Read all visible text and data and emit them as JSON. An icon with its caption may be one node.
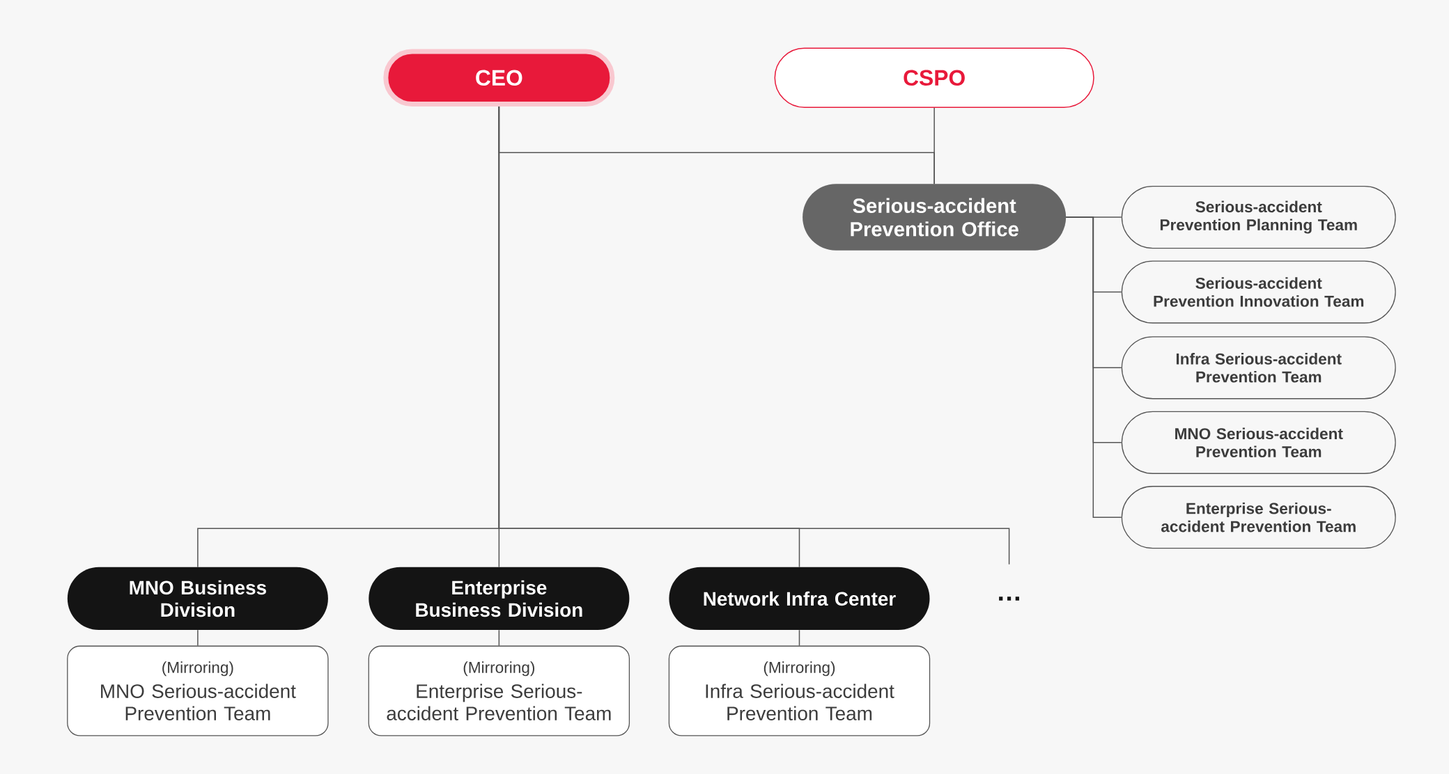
{
  "diagram": {
    "nodes": [
      {
        "text": [
          "CEO"
        ]
      },
      {
        "text": [
          "CSPO"
        ]
      },
      {
        "text": [
          "Serious-accident Prevention Office"
        ]
      },
      {
        "text": [
          "Serious-accident Prevention Planning Team"
        ]
      },
      {
        "text": [
          "Serious-accident Prevention Innovation Team"
        ]
      },
      {
        "text": [
          "Infra Serious-accident Prevention Team"
        ]
      },
      {
        "text": [
          "MNO Serious-accident Prevention Team"
        ]
      },
      {
        "text": [
          "Enterprise Serious-accident Prevention Team"
        ]
      },
      {
        "text": [
          "MNO Business Division"
        ]
      },
      {
        "text": [
          "Enterprise Business Division"
        ]
      },
      {
        "text": [
          "Network Infra Center"
        ]
      },
      {
        "text": [
          "…"
        ]
      },
      {
        "text": [
          "(Mirroring)",
          "MNO Serious-accident Prevention Team"
        ]
      },
      {
        "text": [
          "(Mirroring)",
          "Enterprise Serious-accident Prevention Team"
        ]
      },
      {
        "text": [
          "(Mirroring)",
          "Infra Serious-accident Prevention Team"
        ]
      }
    ],
    "edges": [
      {
        "from": 0,
        "to": 2,
        "arrow": "none"
      },
      {
        "from": 1,
        "to": 2,
        "arrow": "none"
      },
      {
        "from": 2,
        "to": 3,
        "arrow": "none"
      },
      {
        "from": 2,
        "to": 4,
        "arrow": "none"
      },
      {
        "from": 2,
        "to": 5,
        "arrow": "none"
      },
      {
        "from": 2,
        "to": 6,
        "arrow": "none"
      },
      {
        "from": 2,
        "to": 7,
        "arrow": "none"
      },
      {
        "from": 0,
        "to": 8,
        "arrow": "none"
      },
      {
        "from": 0,
        "to": 9,
        "arrow": "none"
      },
      {
        "from": 0,
        "to": 10,
        "arrow": "none"
      },
      {
        "from": 0,
        "to": 11,
        "arrow": "none"
      },
      {
        "from": 8,
        "to": 12,
        "arrow": "none"
      },
      {
        "from": 9,
        "to": 13,
        "arrow": "none"
      },
      {
        "from": 10,
        "to": 14,
        "arrow": "none"
      }
    ]
  }
}
